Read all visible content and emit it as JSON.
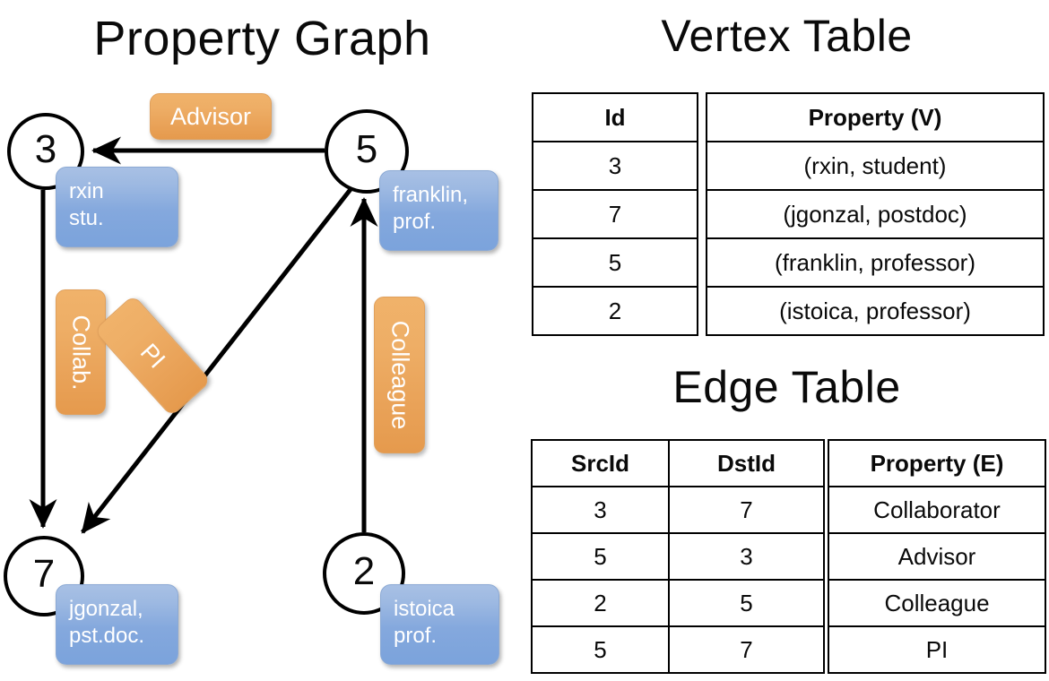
{
  "titles": {
    "property_graph": "Property Graph",
    "vertex_table": "Vertex Table",
    "edge_table": "Edge Table"
  },
  "colors": {
    "vertex_property_fill": "#ccd9ef",
    "edge_property_fill": "#f5dcc0",
    "node_callout_blue": "#84a8dd",
    "edge_callout_orange": "#eeae66",
    "stroke": "#000000",
    "background": "#ffffff"
  },
  "graph": {
    "nodes": [
      {
        "id": "3",
        "property_label_line1": "rxin",
        "property_label_line2": "stu."
      },
      {
        "id": "5",
        "property_label_line1": "franklin,",
        "property_label_line2": "prof."
      },
      {
        "id": "7",
        "property_label_line1": "jgonzal,",
        "property_label_line2": "pst.doc."
      },
      {
        "id": "2",
        "property_label_line1": "istoica",
        "property_label_line2": "prof."
      }
    ],
    "edges": [
      {
        "src": "5",
        "dst": "3",
        "label": "Advisor",
        "orientation": "horizontal"
      },
      {
        "src": "3",
        "dst": "7",
        "label": "Collab.",
        "orientation": "vertical"
      },
      {
        "src": "5",
        "dst": "7",
        "label": "PI",
        "orientation": "diagonal"
      },
      {
        "src": "2",
        "dst": "5",
        "label": "Colleague",
        "orientation": "vertical"
      }
    ]
  },
  "vertex_table": {
    "columns": [
      "Id",
      "Property (V)"
    ],
    "rows": [
      {
        "id": "3",
        "property": "(rxin, student)"
      },
      {
        "id": "7",
        "property": "(jgonzal, postdoc)"
      },
      {
        "id": "5",
        "property": "(franklin, professor)"
      },
      {
        "id": "2",
        "property": "(istoica, professor)"
      }
    ]
  },
  "edge_table": {
    "columns": [
      "SrcId",
      "DstId",
      "Property (E)"
    ],
    "rows": [
      {
        "src": "3",
        "dst": "7",
        "property": "Collaborator"
      },
      {
        "src": "5",
        "dst": "3",
        "property": "Advisor"
      },
      {
        "src": "2",
        "dst": "5",
        "property": "Colleague"
      },
      {
        "src": "5",
        "dst": "7",
        "property": "PI"
      }
    ]
  }
}
